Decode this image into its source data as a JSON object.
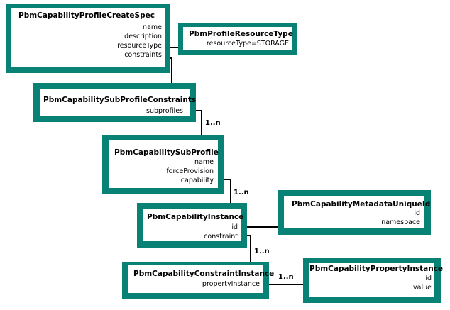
{
  "colors": {
    "box_border": "#078274",
    "line": "#000000",
    "background": "#ffffff"
  },
  "nodes": {
    "create_spec": {
      "title": "PbmCapabilityProfileCreateSpec",
      "attributes": [
        "name",
        "description",
        "resourceType",
        "constraints"
      ]
    },
    "resource_type": {
      "title": "PbmProfileResourceType",
      "attributes": [
        "resourceType=STORAGE"
      ]
    },
    "subprofile_constraints": {
      "title": "PbmCapabilitySubProfileConstraints",
      "attributes": [
        "subprofiles"
      ]
    },
    "subprofile": {
      "title": "PbmCapabilitySubProfile",
      "attributes": [
        "name",
        "forceProvision",
        "capability"
      ]
    },
    "capability_instance": {
      "title": "PbmCapabilityInstance",
      "attributes": [
        "id",
        "constraint"
      ]
    },
    "metadata_unique_id": {
      "title": "PbmCapabilityMetadataUniqueId",
      "attributes": [
        "id",
        "namespace"
      ]
    },
    "constraint_instance": {
      "title": "PbmCapabilityConstraintInstance",
      "attributes": [
        "propertyInstance"
      ]
    },
    "property_instance": {
      "title": "PbmCapabilityPropertyInstance",
      "attributes": [
        "id",
        "value"
      ]
    }
  },
  "multiplicities": {
    "subprofiles_to_subprofile": "1..n",
    "capability_to_instance": "1..n",
    "constraint_to_constraint_instance": "1..n",
    "property_instance_link": "1..n"
  }
}
